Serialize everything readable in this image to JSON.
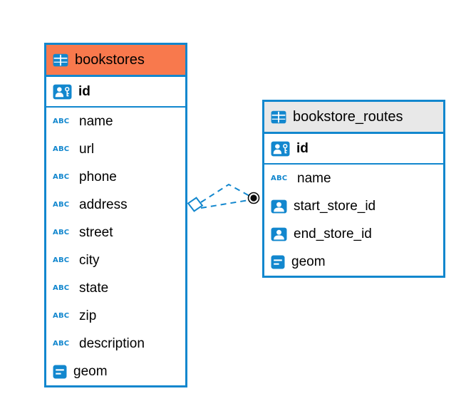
{
  "diagram": {
    "colors": {
      "accent_blue": "#1287ce",
      "selected_header_orange": "#f8794d",
      "header_gray": "#e8e8e8",
      "connector_dot": "#0b0b0b"
    },
    "icons": {
      "table_glyph": "table-grid-icon",
      "pk_glyph": "person-key-icon",
      "text_glyph": "ABC",
      "ref_glyph": "person-icon",
      "geom_glyph": "lines-icon"
    },
    "tables": [
      {
        "title": "bookstores",
        "pk": "id",
        "columns": [
          "name",
          "url",
          "phone",
          "address",
          "street",
          "city",
          "state",
          "zip",
          "description",
          "geom"
        ]
      },
      {
        "title": "bookstore_routes",
        "pk": "id",
        "columns": [
          "name",
          "start_store_id",
          "end_store_id",
          "geom"
        ]
      }
    ],
    "relationship": {
      "between": [
        "bookstores",
        "bookstore_routes"
      ],
      "line_style": "dashed",
      "line_count": 2,
      "source_marker": "diamond",
      "target_marker": "dot"
    }
  }
}
